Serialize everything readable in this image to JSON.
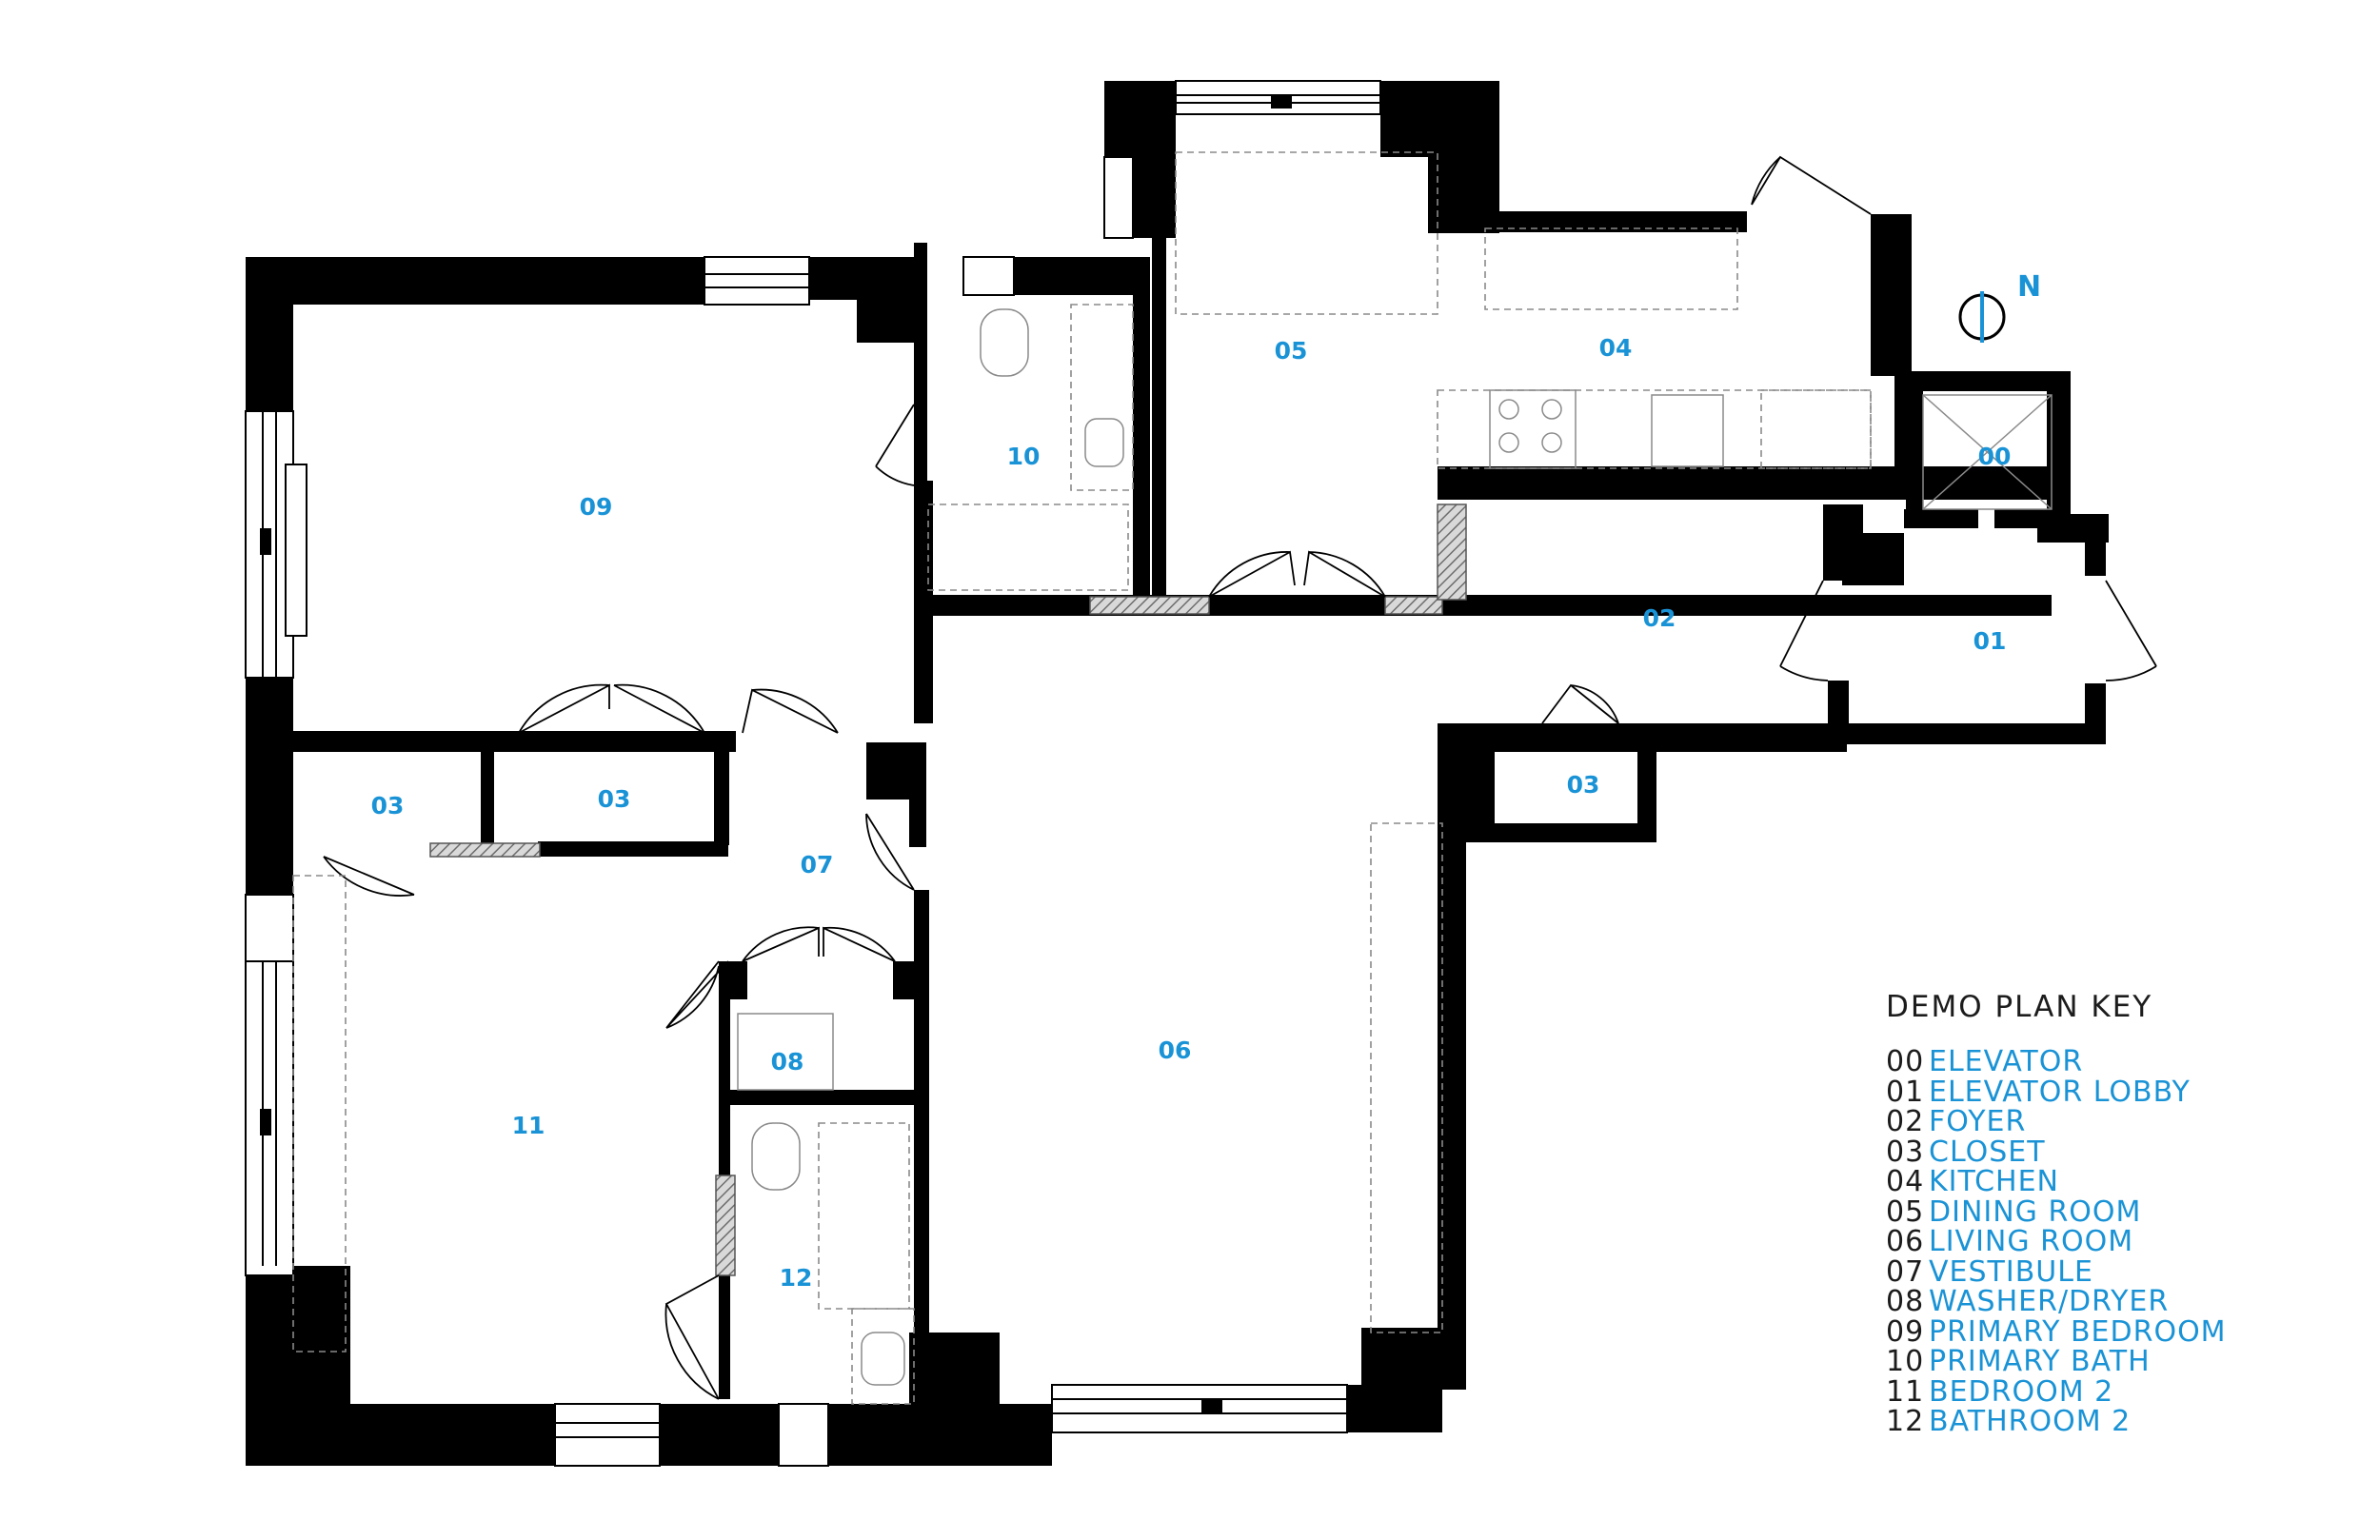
{
  "title": "DEMO PLAN KEY",
  "colors": {
    "wall": "#000000",
    "label": "#1a93d6",
    "text": "#1c1c1c",
    "hatch": "#9a9a9a",
    "fixture": "#8a8a8a"
  },
  "north_label": "N",
  "rooms": [
    {
      "code": "00"
    },
    {
      "code": "01"
    },
    {
      "code": "02"
    },
    {
      "code": "03"
    },
    {
      "code": "03"
    },
    {
      "code": "03"
    },
    {
      "code": "04"
    },
    {
      "code": "05"
    },
    {
      "code": "06"
    },
    {
      "code": "07"
    },
    {
      "code": "08"
    },
    {
      "code": "09"
    },
    {
      "code": "10"
    },
    {
      "code": "11"
    },
    {
      "code": "12"
    }
  ],
  "legend": [
    {
      "num": "00",
      "name": "ELEVATOR"
    },
    {
      "num": "01",
      "name": "ELEVATOR LOBBY"
    },
    {
      "num": "02",
      "name": "FOYER"
    },
    {
      "num": "03",
      "name": "CLOSET"
    },
    {
      "num": "04",
      "name": "KITCHEN"
    },
    {
      "num": "05",
      "name": "DINING ROOM"
    },
    {
      "num": "06",
      "name": "LIVING ROOM"
    },
    {
      "num": "07",
      "name": "VESTIBULE"
    },
    {
      "num": "08",
      "name": "WASHER/DRYER"
    },
    {
      "num": "09",
      "name": "PRIMARY BEDROOM"
    },
    {
      "num": "10",
      "name": "PRIMARY BATH"
    },
    {
      "num": "11",
      "name": "BEDROOM 2"
    },
    {
      "num": "12",
      "name": "BATHROOM 2"
    }
  ]
}
